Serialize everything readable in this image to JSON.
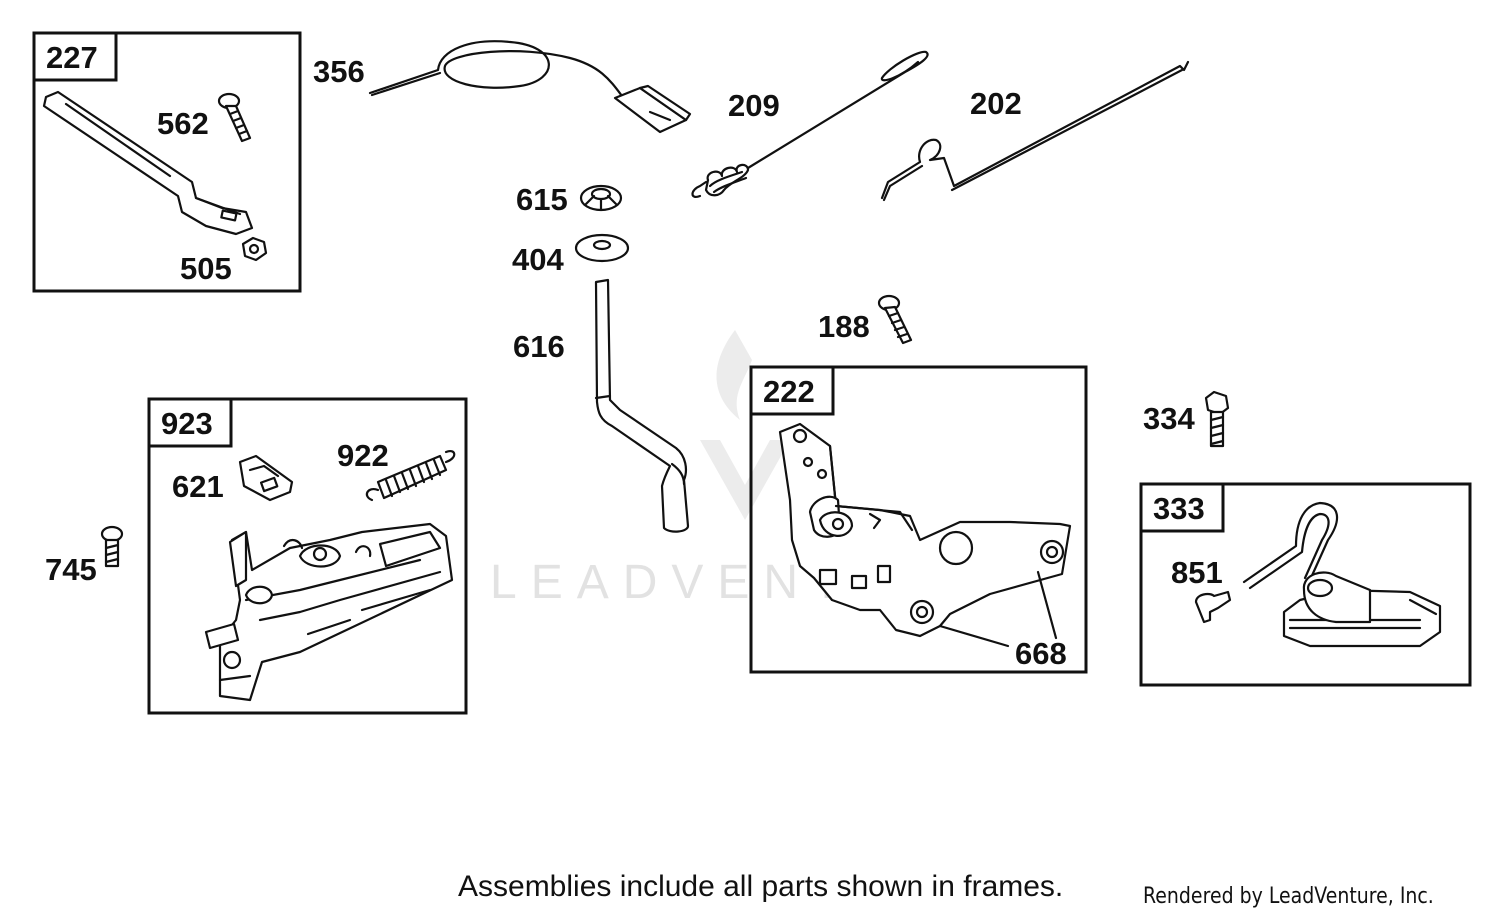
{
  "watermark": "LEADVENTURE",
  "frames": [
    {
      "id": "227"
    },
    {
      "id": "923"
    },
    {
      "id": "222"
    },
    {
      "id": "333"
    }
  ],
  "parts": [
    {
      "num": "356"
    },
    {
      "num": "209"
    },
    {
      "num": "202"
    },
    {
      "num": "562"
    },
    {
      "num": "505"
    },
    {
      "num": "615"
    },
    {
      "num": "404"
    },
    {
      "num": "616"
    },
    {
      "num": "188"
    },
    {
      "num": "334"
    },
    {
      "num": "922"
    },
    {
      "num": "621"
    },
    {
      "num": "745"
    },
    {
      "num": "668"
    },
    {
      "num": "851"
    }
  ],
  "footer": {
    "note": "Assemblies include all parts shown in frames.",
    "credit": "Rendered by LeadVenture, Inc."
  }
}
